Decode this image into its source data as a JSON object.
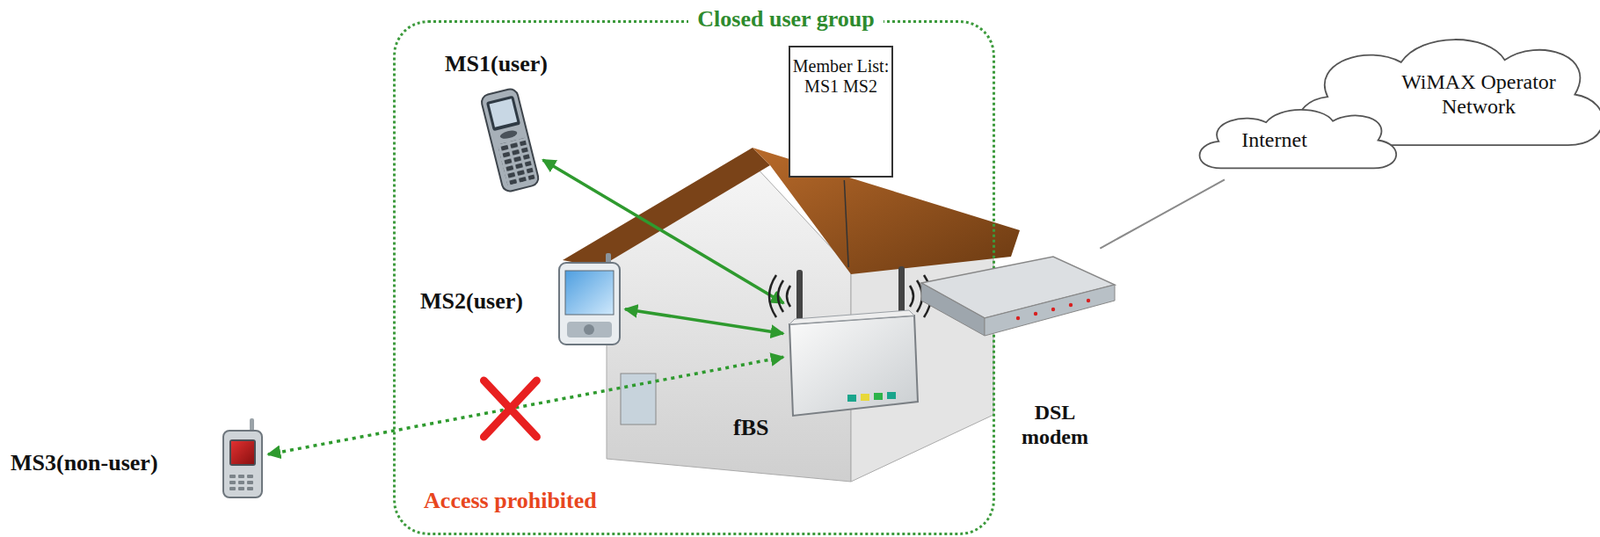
{
  "diagram": {
    "nodes": [
      {
        "text": [
          "Closed user group"
        ]
      },
      {
        "text": [
          "MS1(user)"
        ],
        "in": 0
      },
      {
        "text": [
          "Member List: MS1 MS2"
        ],
        "in": 0
      },
      {
        "text": [
          "MS2(user)"
        ],
        "in": 0
      },
      {
        "text": [
          "fBS"
        ],
        "in": 0
      },
      {
        "text": [
          "DSL modem"
        ]
      },
      {
        "text": [
          "MS3(non-user)"
        ]
      },
      {
        "text": [
          "WiMAX Operator Network"
        ]
      },
      {
        "text": [
          "Internet"
        ]
      }
    ],
    "edges": [
      {
        "from": 1,
        "to": 4,
        "arrow": "both"
      },
      {
        "from": 3,
        "to": 4,
        "arrow": "both"
      },
      {
        "from": 4,
        "to": 6,
        "arrow": "both",
        "label": "Access prohibited"
      },
      {
        "from": 2,
        "to": 4,
        "arrow": "none"
      },
      {
        "from": 5,
        "to": 8,
        "arrow": "none"
      }
    ]
  }
}
